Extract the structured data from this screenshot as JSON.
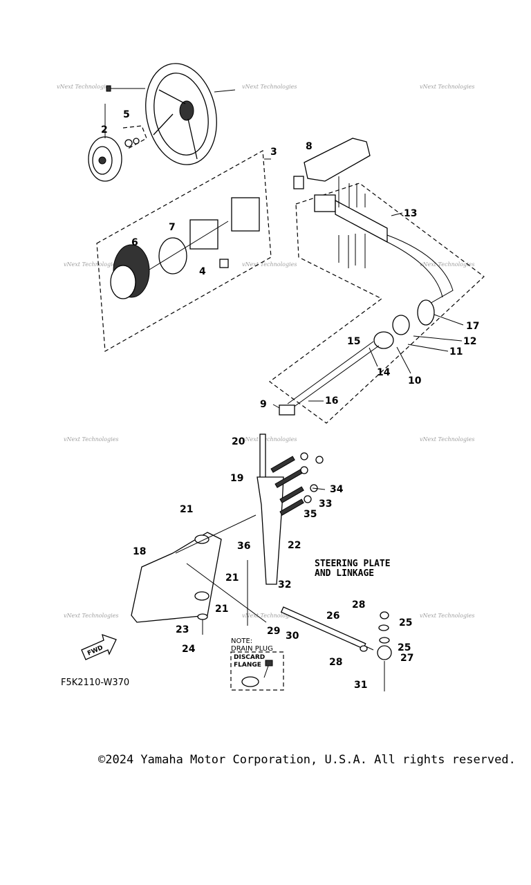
{
  "callouts": [
    "2",
    "5",
    "3",
    "8",
    "13",
    "6",
    "7",
    "4",
    "17",
    "12",
    "11",
    "15",
    "14",
    "10",
    "9",
    "16",
    "20",
    "19",
    "34",
    "33",
    "35",
    "21",
    "22",
    "36",
    "18",
    "21",
    "32",
    "21",
    "26",
    "28",
    "25",
    "23",
    "29",
    "30",
    "24",
    "25",
    "28",
    "27",
    "31"
  ],
  "caption": {
    "line1": "STEERING PLATE",
    "line2": "AND LINKAGE"
  },
  "note": {
    "title": "NOTE:",
    "subtitle": "DRAIN PLUG",
    "discard": "DISCARD",
    "flange": "FLANGE"
  },
  "fwd_label": "FWD",
  "diagram_code": "F5K2110-W370",
  "watermark": "vNext Technologies",
  "copyright": "©2024 Yamaha Motor Corporation, U.S.A. All rights reserved."
}
